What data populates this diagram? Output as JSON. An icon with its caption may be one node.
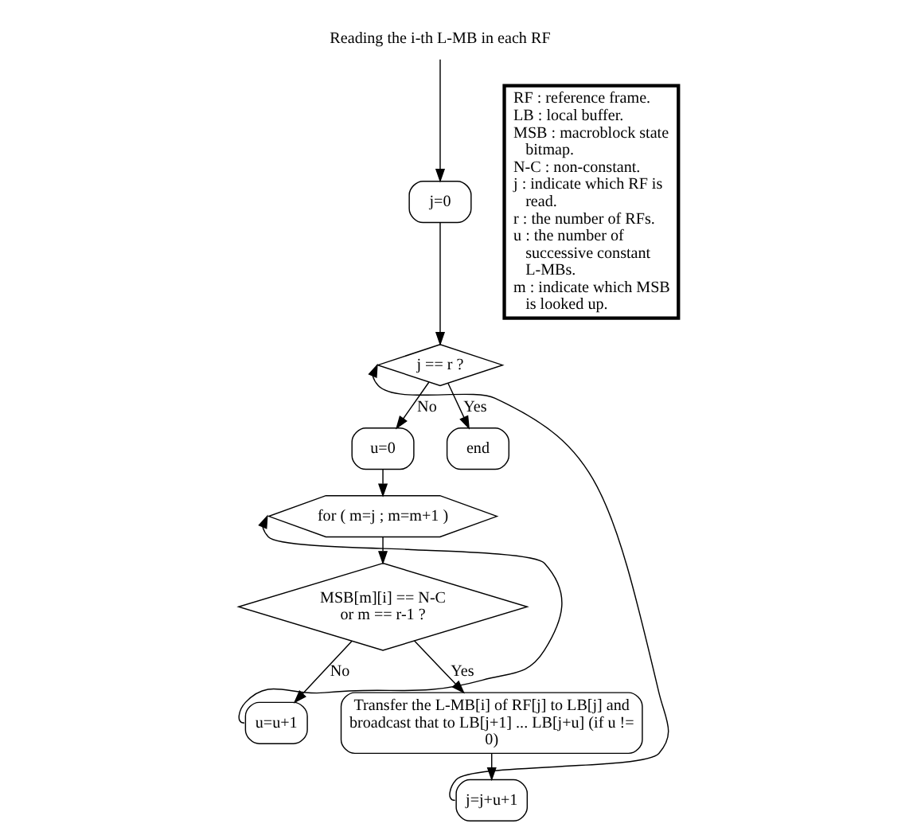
{
  "diagram": {
    "nodes": [
      {
        "text": [
          "Reading the i-th L-MB in each RF"
        ]
      },
      {
        "text": [
          "j=0"
        ]
      },
      {
        "text": [
          "j == r ?"
        ]
      },
      {
        "text": [
          "u=0"
        ]
      },
      {
        "text": [
          "end"
        ]
      },
      {
        "text": [
          "for ( m=j ; m=m+1 )"
        ]
      },
      {
        "text": [
          "MSB[m][i] == N-C or m == r-1 ?"
        ]
      },
      {
        "text": [
          "u=u+1"
        ]
      },
      {
        "text": [
          "Transfer the L-MB[i] of RF[j] to LB[j] and broadcast that to LB[j+1] ... LB[j+u] (if u != 0)"
        ]
      },
      {
        "text": [
          "j=j+u+1"
        ]
      },
      {
        "text": [
          "RF : reference frame.",
          "LB : local buffer.",
          "MSB : macroblock state bitmap.",
          "N-C : non-constant.",
          "j : indicate which RF is read.",
          "r : the number of RFs.",
          "u : the number of successive constant L-MBs.",
          "m : indicate which MSB is looked up."
        ]
      }
    ],
    "edges": [
      {
        "from": 0,
        "to": 1,
        "arrow": "to"
      },
      {
        "from": 1,
        "to": 2,
        "arrow": "to"
      },
      {
        "from": 2,
        "to": 3,
        "label": "No",
        "arrow": "to"
      },
      {
        "from": 2,
        "to": 4,
        "label": "Yes",
        "arrow": "to"
      },
      {
        "from": 3,
        "to": 5,
        "arrow": "to"
      },
      {
        "from": 5,
        "to": 6,
        "arrow": "to"
      },
      {
        "from": 6,
        "to": 7,
        "label": "No",
        "arrow": "to"
      },
      {
        "from": 6,
        "to": 8,
        "label": "Yes",
        "arrow": "to"
      },
      {
        "from": 7,
        "to": 5,
        "arrow": "to"
      },
      {
        "from": 8,
        "to": 9,
        "arrow": "to"
      },
      {
        "from": 9,
        "to": 2,
        "arrow": "to"
      }
    ]
  }
}
